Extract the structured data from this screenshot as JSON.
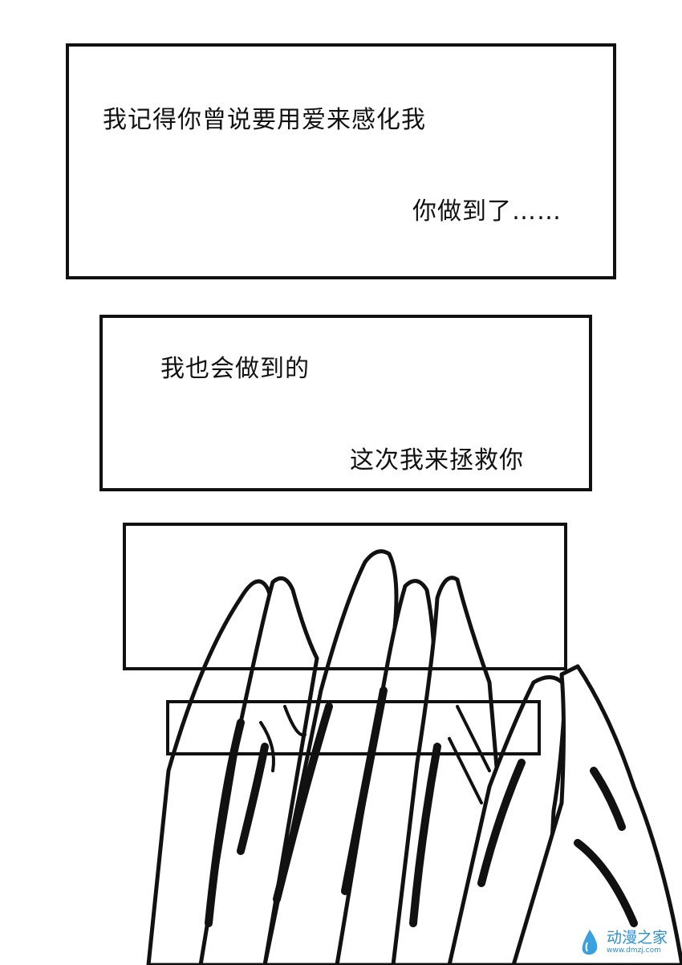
{
  "panels": [
    {
      "line1": "我记得你曾说要用爱来感化我",
      "line2": "你做到了……"
    },
    {
      "line1": "我也会做到的",
      "line2": "这次我来拯救你"
    }
  ],
  "watermark": {
    "text": "动漫之家",
    "url": "www.dmzj.com"
  }
}
